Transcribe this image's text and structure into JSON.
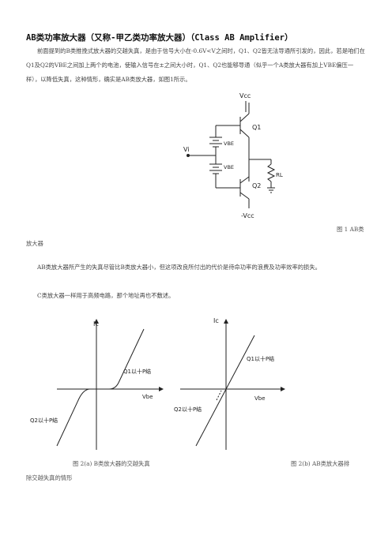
{
  "title": "AB类功率放大器（又称-甲乙类功率放大器）（Class AB Amplifier）",
  "para1": "前面提到的B类推挽式放大器的交越失真，是由于信号大小在-0.6V<V之间时，Q1、Q2皆无法导通所引发的，因此，若是咱们在Q1及Q2的VBE之间加上两个的电池，使输入信号在±之间大小时，Q1、Q2也能够导通（似乎一个A类放大器有加上VBE偏压一样），以降低失真，这种情形，确实是AB类放大器，如图1所示。",
  "fig1": {
    "vcc": "Vcc",
    "q1": "Q1",
    "vbe1": "VBE",
    "vi": "Vi",
    "vbe2": "VBE",
    "rl": "RL",
    "q2": "Q2",
    "neg_vcc": "-Vcc",
    "caption_a": "图 1 AB类",
    "caption_b": "放大器"
  },
  "para2": "AB类放大器所产生的失真尽管比B类放大器小，但这项改良所付出的代价是待命功率的浪费及功率效率的损失。",
  "para3": "C类放大器一样用于高频电路，那个地址再也不敷述。",
  "fig2a": {
    "ic": "Ic",
    "q1_label": "Q1以十P结",
    "vbe": "Vbe",
    "q2_label": "Q2以十P结"
  },
  "fig2b": {
    "ic": "Ic",
    "q1_label": "Q1以十P结",
    "vbe": "Vbe",
    "q2_label": "Q2以十P结"
  },
  "caption2a": "图 2(a)    B类放大器的交越失真",
  "caption2b_a": "图 2(b)     AB类放大器排",
  "caption2b_b": "除交越失真的情形"
}
